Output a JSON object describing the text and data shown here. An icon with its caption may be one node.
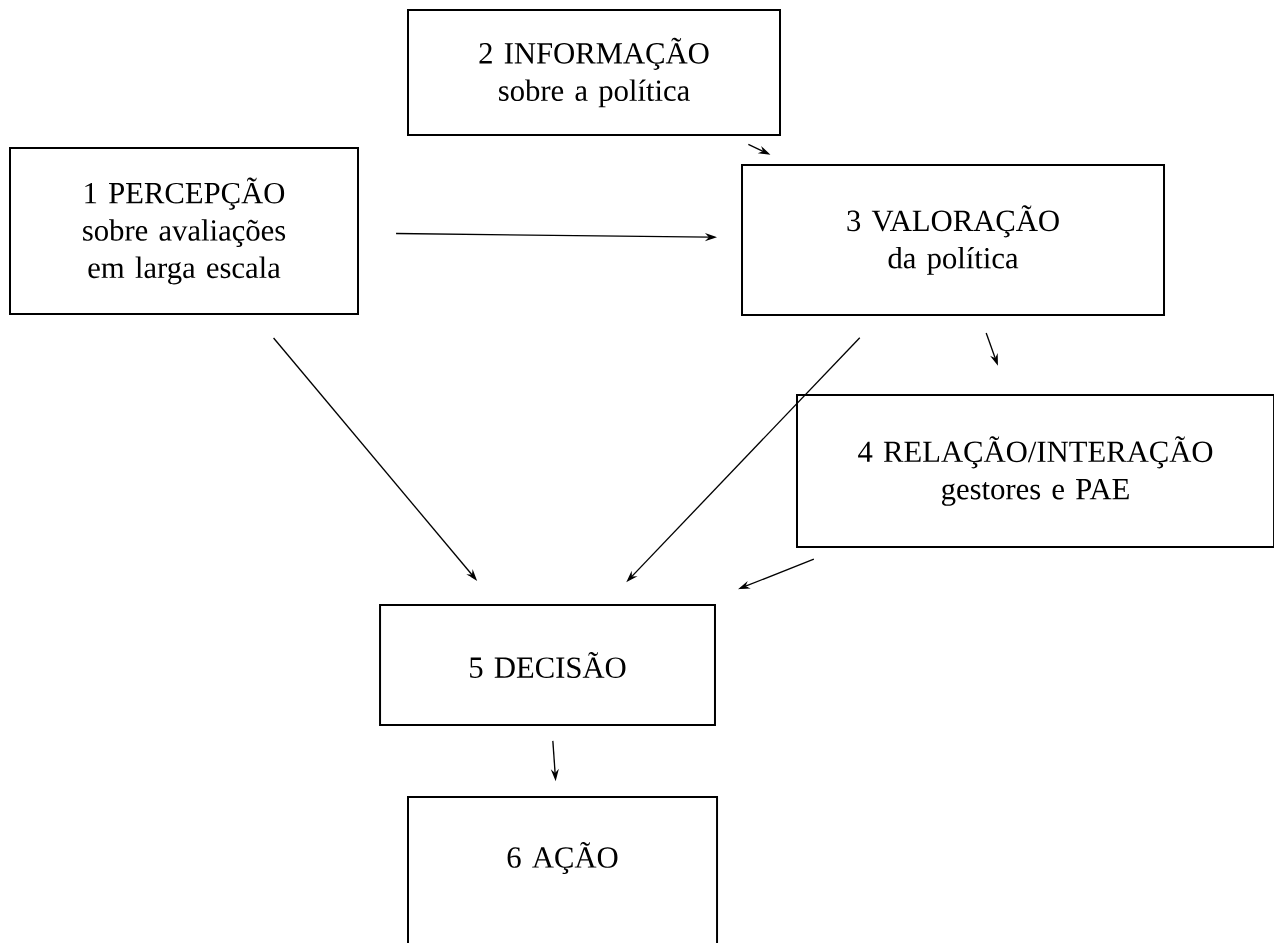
{
  "diagram": {
    "nodes": [
      {
        "text": [
          "1 PERCEPÇÃO",
          "sobre avaliações em larga escala"
        ]
      },
      {
        "text": [
          "2 INFORMAÇÃO",
          "sobre a política"
        ]
      },
      {
        "text": [
          "3 VALORAÇÃO",
          "da política"
        ]
      },
      {
        "text": [
          "4 RELAÇÃO/INTERAÇÃO",
          "gestores e PAE"
        ]
      },
      {
        "text": [
          "5 DECISÃO"
        ]
      },
      {
        "text": [
          "6 AÇÃO"
        ]
      }
    ],
    "edges": [
      {
        "from": 0,
        "to": 2,
        "arrow": "to"
      },
      {
        "from": 1,
        "to": 2,
        "arrow": "to"
      },
      {
        "from": 2,
        "to": 3,
        "arrow": "to"
      },
      {
        "from": 0,
        "to": 4,
        "arrow": "to"
      },
      {
        "from": 2,
        "to": 4,
        "arrow": "to"
      },
      {
        "from": 3,
        "to": 4,
        "arrow": "to"
      },
      {
        "from": 4,
        "to": 5,
        "arrow": "to"
      }
    ]
  }
}
